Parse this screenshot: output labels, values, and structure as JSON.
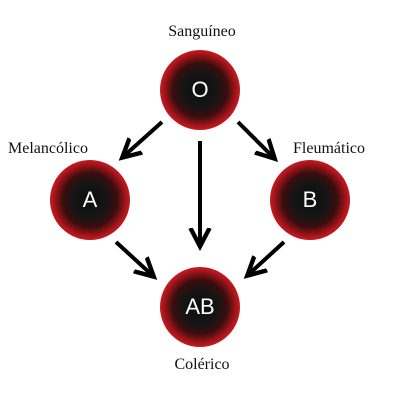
{
  "nodes": {
    "o": {
      "symbol": "O",
      "label": "Sanguíneo"
    },
    "a": {
      "symbol": "A",
      "label": "Melancólico"
    },
    "b": {
      "symbol": "B",
      "label": "Fleumático"
    },
    "ab": {
      "symbol": "AB",
      "label": "Colérico"
    }
  },
  "edges": [
    {
      "from": "O",
      "to": "A"
    },
    {
      "from": "O",
      "to": "AB"
    },
    {
      "from": "O",
      "to": "B"
    },
    {
      "from": "A",
      "to": "AB"
    },
    {
      "from": "B",
      "to": "AB"
    }
  ],
  "colors": {
    "circle_red": "#e3262c",
    "circle_core": "#0d0d0d",
    "arrow": "#000000"
  }
}
